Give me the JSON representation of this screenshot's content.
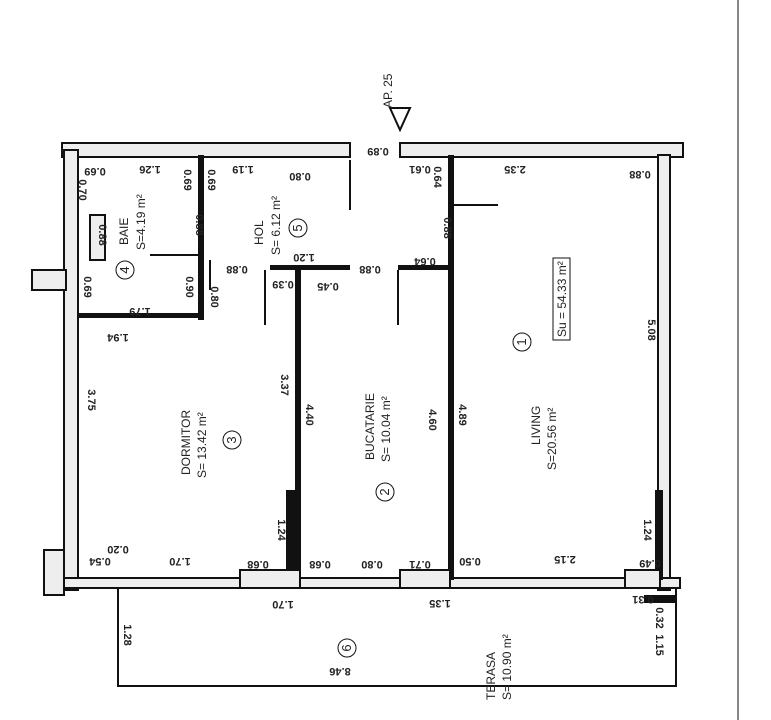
{
  "apartment": "AP. 25",
  "total_area": "Su = 54.33 m²",
  "rooms": [
    {
      "number": "1",
      "name": "LIVING",
      "area": "S=20.56 m²"
    },
    {
      "number": "2",
      "name": "BUCATARIE",
      "area": "S= 10.04 m²"
    },
    {
      "number": "3",
      "name": "DORMITOR",
      "area": "S= 13.42 m²"
    },
    {
      "number": "4",
      "name": "BAIE",
      "area": "S=4.19 m²"
    },
    {
      "number": "5",
      "name": "HOL",
      "area": "S= 6.12 m²"
    },
    {
      "number": "6",
      "name": "TERASA",
      "area": "S= 10.90 m²"
    }
  ],
  "dims_h": [
    "0.69",
    "1.26",
    "1.19",
    "0.80",
    "0.89",
    "0.61",
    "2.35",
    "0.88",
    "1.79",
    "1.94",
    "0.88",
    "1.20",
    "0.39",
    "0.45",
    "0.88",
    "0.64",
    "0.20",
    "0.54",
    "1.70",
    "0.68",
    "0.68",
    "0.80",
    "0.71",
    "0.50",
    "2.15",
    "0.49",
    "1.70",
    "1.35",
    "0.31",
    "8.46"
  ],
  "dims_v": [
    "0.70",
    "0.88",
    "0.69",
    "0.69",
    "0.88",
    "0.90",
    "0.80",
    "0.69",
    "0.64",
    "0.88",
    "3.75",
    "3.37",
    "4.40",
    "4.60",
    "4.89",
    "5.08",
    "1.24",
    "1.24",
    "1.28",
    "0.32",
    "1.15"
  ]
}
